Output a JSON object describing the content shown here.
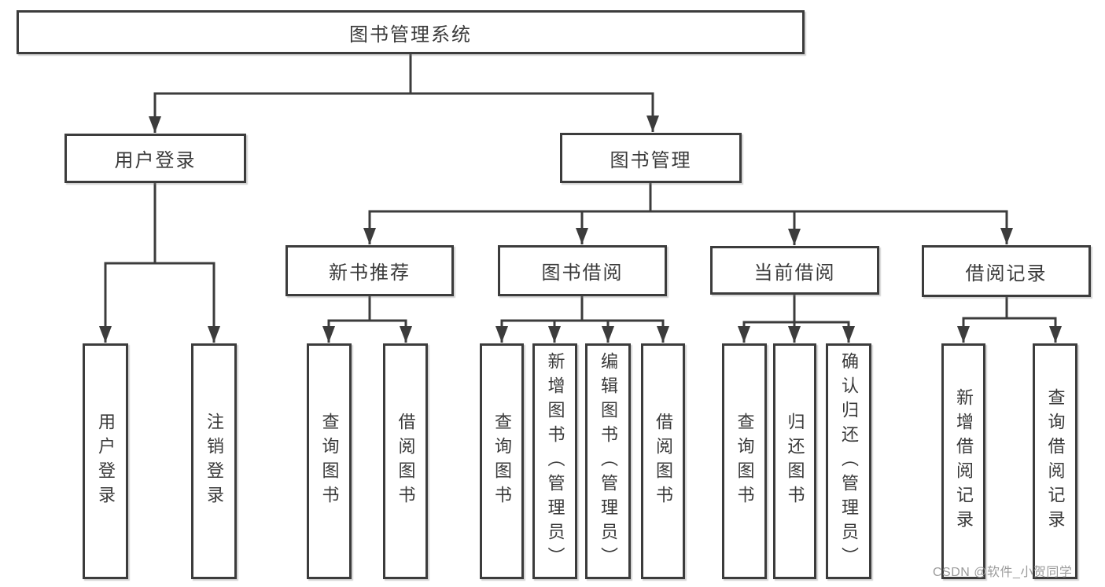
{
  "colors": {
    "line": "#3c3c3c",
    "text": "#3a3a3a",
    "watermark": "#9b9b9b",
    "background": "#ffffff"
  },
  "tree": {
    "root": {
      "label": "图书管理系统",
      "children": [
        {
          "label": "用户登录",
          "children": [
            {
              "label": "用户登录"
            },
            {
              "label": "注销登录"
            }
          ]
        },
        {
          "label": "图书管理",
          "children": [
            {
              "label": "新书推荐",
              "children": [
                {
                  "label": "查询图书"
                },
                {
                  "label": "借阅图书"
                }
              ]
            },
            {
              "label": "图书借阅",
              "children": [
                {
                  "label": "查询图书"
                },
                {
                  "label": "新增图书（管理员）"
                },
                {
                  "label": "编辑图书（管理员）"
                },
                {
                  "label": "借阅图书"
                }
              ]
            },
            {
              "label": "当前借阅",
              "children": [
                {
                  "label": "查询图书"
                },
                {
                  "label": "归还图书"
                },
                {
                  "label": "确认归还（管理员）"
                }
              ]
            },
            {
              "label": "借阅记录",
              "children": [
                {
                  "label": "新增借阅记录"
                },
                {
                  "label": "查询借阅记录"
                }
              ]
            }
          ]
        }
      ]
    }
  },
  "watermark": {
    "text": "CSDN @软件_小贺同学"
  }
}
